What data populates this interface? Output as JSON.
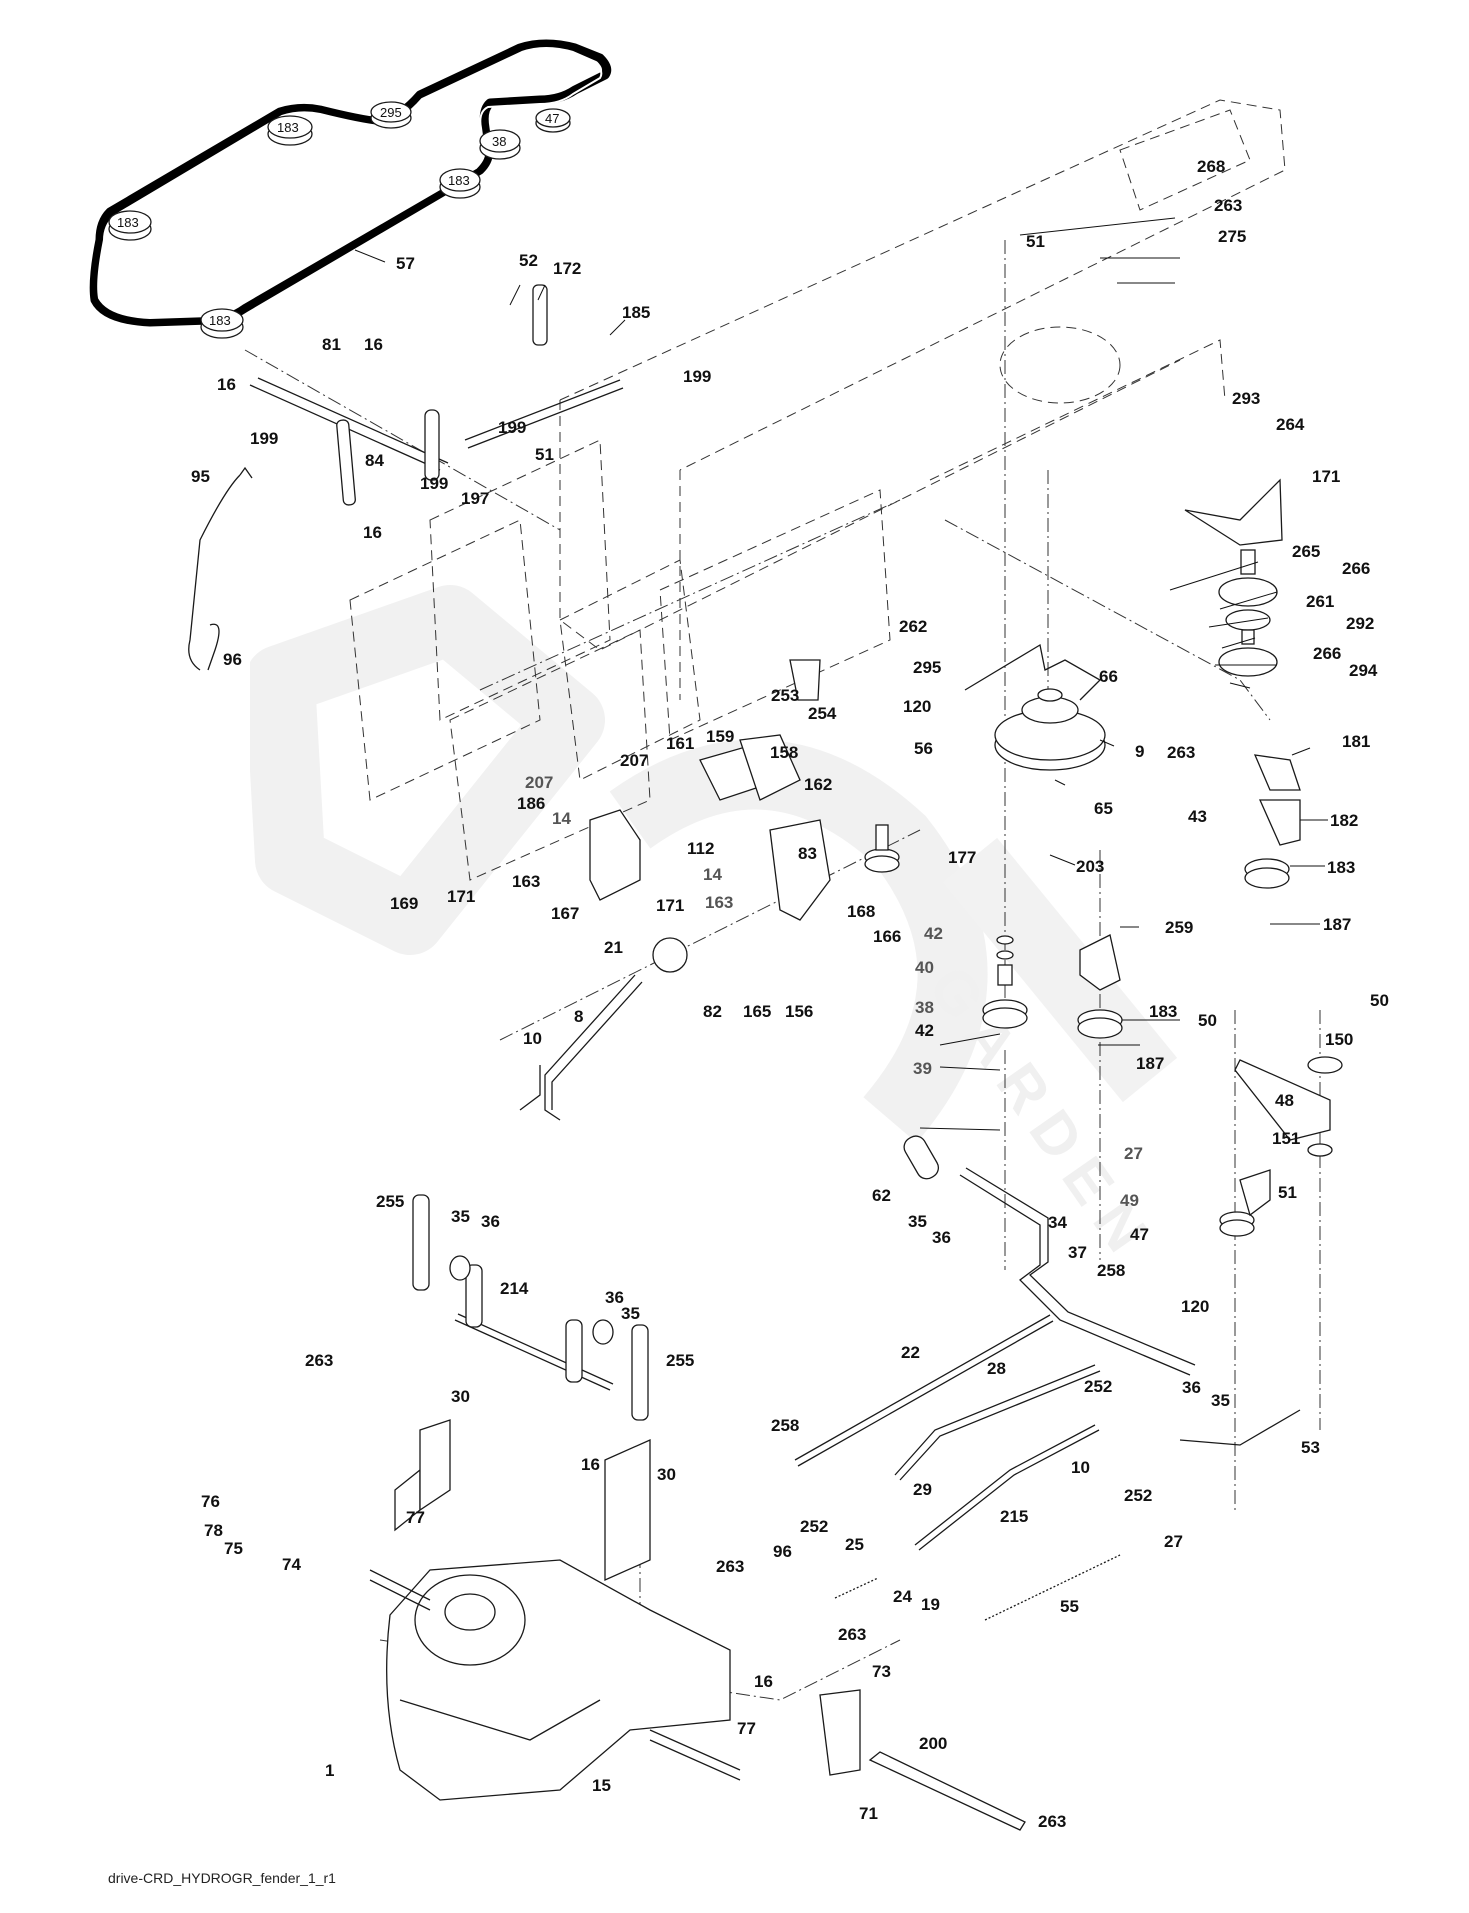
{
  "diagram": {
    "caption": "drive-CRD_HYDROGR_fender_1_r1",
    "watermark_text": "GARDEN",
    "colors": {
      "line": "#1a1a1a",
      "background": "#ffffff",
      "watermark": "#eeeeee"
    },
    "belt_pulley_tags": [
      "295",
      "183",
      "47",
      "38",
      "183",
      "183",
      "183"
    ],
    "callouts": [
      {
        "id": "57",
        "text": "57"
      },
      {
        "id": "52",
        "text": "52"
      },
      {
        "id": "172",
        "text": "172"
      },
      {
        "id": "185",
        "text": "185"
      },
      {
        "id": "199a",
        "text": "199"
      },
      {
        "id": "81",
        "text": "81"
      },
      {
        "id": "16a",
        "text": "16"
      },
      {
        "id": "16b",
        "text": "16"
      },
      {
        "id": "199b",
        "text": "199"
      },
      {
        "id": "199c",
        "text": "199"
      },
      {
        "id": "84",
        "text": "84"
      },
      {
        "id": "199d",
        "text": "199"
      },
      {
        "id": "51a",
        "text": "51"
      },
      {
        "id": "197",
        "text": "197"
      },
      {
        "id": "16c",
        "text": "16"
      },
      {
        "id": "95",
        "text": "95"
      },
      {
        "id": "96a",
        "text": "96"
      },
      {
        "id": "51b",
        "text": "51"
      },
      {
        "id": "268",
        "text": "268"
      },
      {
        "id": "263a",
        "text": "263"
      },
      {
        "id": "275",
        "text": "275"
      },
      {
        "id": "293",
        "text": "293"
      },
      {
        "id": "264",
        "text": "264"
      },
      {
        "id": "171a",
        "text": "171"
      },
      {
        "id": "265",
        "text": "265"
      },
      {
        "id": "266a",
        "text": "266"
      },
      {
        "id": "261",
        "text": "261"
      },
      {
        "id": "292",
        "text": "292"
      },
      {
        "id": "266b",
        "text": "266"
      },
      {
        "id": "294",
        "text": "294"
      },
      {
        "id": "262",
        "text": "262"
      },
      {
        "id": "295",
        "text": "295"
      },
      {
        "id": "66",
        "text": "66"
      },
      {
        "id": "253",
        "text": "253"
      },
      {
        "id": "254",
        "text": "254"
      },
      {
        "id": "120a",
        "text": "120"
      },
      {
        "id": "56",
        "text": "56"
      },
      {
        "id": "9",
        "text": "9"
      },
      {
        "id": "263b",
        "text": "263"
      },
      {
        "id": "181",
        "text": "181"
      },
      {
        "id": "65",
        "text": "65"
      },
      {
        "id": "43",
        "text": "43"
      },
      {
        "id": "182",
        "text": "182"
      },
      {
        "id": "203",
        "text": "203"
      },
      {
        "id": "183a",
        "text": "183"
      },
      {
        "id": "187a",
        "text": "187"
      },
      {
        "id": "177",
        "text": "177"
      },
      {
        "id": "259",
        "text": "259"
      },
      {
        "id": "42a",
        "text": "42"
      },
      {
        "id": "40",
        "text": "40"
      },
      {
        "id": "38",
        "text": "38"
      },
      {
        "id": "183b",
        "text": "183"
      },
      {
        "id": "42b",
        "text": "42"
      },
      {
        "id": "39",
        "text": "39"
      },
      {
        "id": "187b",
        "text": "187"
      },
      {
        "id": "207a",
        "text": "207"
      },
      {
        "id": "161",
        "text": "161"
      },
      {
        "id": "159",
        "text": "159"
      },
      {
        "id": "158",
        "text": "158"
      },
      {
        "id": "207b",
        "text": "207"
      },
      {
        "id": "186",
        "text": "186"
      },
      {
        "id": "14a",
        "text": "14"
      },
      {
        "id": "162",
        "text": "162"
      },
      {
        "id": "112",
        "text": "112"
      },
      {
        "id": "83",
        "text": "83"
      },
      {
        "id": "14b",
        "text": "14"
      },
      {
        "id": "163a",
        "text": "163"
      },
      {
        "id": "163b",
        "text": "163"
      },
      {
        "id": "169",
        "text": "169"
      },
      {
        "id": "171b",
        "text": "171"
      },
      {
        "id": "167",
        "text": "167"
      },
      {
        "id": "171c",
        "text": "171"
      },
      {
        "id": "168",
        "text": "168"
      },
      {
        "id": "166",
        "text": "166"
      },
      {
        "id": "21",
        "text": "21"
      },
      {
        "id": "82",
        "text": "82"
      },
      {
        "id": "165",
        "text": "165"
      },
      {
        "id": "156",
        "text": "156"
      },
      {
        "id": "8",
        "text": "8"
      },
      {
        "id": "10a",
        "text": "10"
      },
      {
        "id": "50a",
        "text": "50"
      },
      {
        "id": "50b",
        "text": "50"
      },
      {
        "id": "150",
        "text": "150"
      },
      {
        "id": "48",
        "text": "48"
      },
      {
        "id": "27a",
        "text": "27"
      },
      {
        "id": "151",
        "text": "151"
      },
      {
        "id": "49",
        "text": "49"
      },
      {
        "id": "51c",
        "text": "51"
      },
      {
        "id": "47",
        "text": "47"
      },
      {
        "id": "120b",
        "text": "120"
      },
      {
        "id": "62",
        "text": "62"
      },
      {
        "id": "35a",
        "text": "35"
      },
      {
        "id": "36a",
        "text": "36"
      },
      {
        "id": "34",
        "text": "34"
      },
      {
        "id": "37",
        "text": "37"
      },
      {
        "id": "258a",
        "text": "258"
      },
      {
        "id": "255a",
        "text": "255"
      },
      {
        "id": "35b",
        "text": "35"
      },
      {
        "id": "36b",
        "text": "36"
      },
      {
        "id": "214",
        "text": "214"
      },
      {
        "id": "36c",
        "text": "36"
      },
      {
        "id": "35c",
        "text": "35"
      },
      {
        "id": "255b",
        "text": "255"
      },
      {
        "id": "22",
        "text": "22"
      },
      {
        "id": "28",
        "text": "28"
      },
      {
        "id": "36d",
        "text": "36"
      },
      {
        "id": "35d",
        "text": "35"
      },
      {
        "id": "252a",
        "text": "252"
      },
      {
        "id": "263c",
        "text": "263"
      },
      {
        "id": "30a",
        "text": "30"
      },
      {
        "id": "258b",
        "text": "258"
      },
      {
        "id": "29",
        "text": "29"
      },
      {
        "id": "10b",
        "text": "10"
      },
      {
        "id": "252b",
        "text": "252"
      },
      {
        "id": "53",
        "text": "53"
      },
      {
        "id": "16d",
        "text": "16"
      },
      {
        "id": "30b",
        "text": "30"
      },
      {
        "id": "76",
        "text": "76"
      },
      {
        "id": "77a",
        "text": "77"
      },
      {
        "id": "78",
        "text": "78"
      },
      {
        "id": "75",
        "text": "75"
      },
      {
        "id": "74",
        "text": "74"
      },
      {
        "id": "263d",
        "text": "263"
      },
      {
        "id": "252c",
        "text": "252"
      },
      {
        "id": "215",
        "text": "215"
      },
      {
        "id": "27b",
        "text": "27"
      },
      {
        "id": "96b",
        "text": "96"
      },
      {
        "id": "25",
        "text": "25"
      },
      {
        "id": "24",
        "text": "24"
      },
      {
        "id": "19",
        "text": "19"
      },
      {
        "id": "55",
        "text": "55"
      },
      {
        "id": "263e",
        "text": "263"
      },
      {
        "id": "73",
        "text": "73"
      },
      {
        "id": "16e",
        "text": "16"
      },
      {
        "id": "77b",
        "text": "77"
      },
      {
        "id": "200",
        "text": "200"
      },
      {
        "id": "1",
        "text": "1"
      },
      {
        "id": "15",
        "text": "15"
      },
      {
        "id": "71",
        "text": "71"
      },
      {
        "id": "263f",
        "text": "263"
      }
    ]
  }
}
